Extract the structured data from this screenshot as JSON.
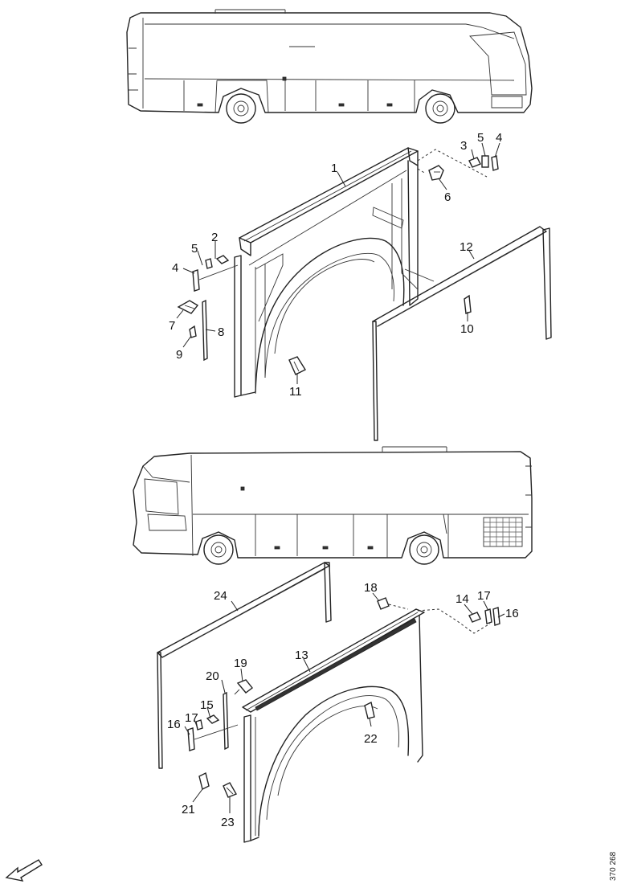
{
  "colors": {
    "line": "#222222",
    "background": "#ffffff"
  },
  "callouts": [
    {
      "id": "c1",
      "label": "1"
    },
    {
      "id": "c2",
      "label": "2"
    },
    {
      "id": "c3",
      "label": "3"
    },
    {
      "id": "c4a",
      "label": "4"
    },
    {
      "id": "c4b",
      "label": "4"
    },
    {
      "id": "c5a",
      "label": "5"
    },
    {
      "id": "c5b",
      "label": "5"
    },
    {
      "id": "c6",
      "label": "6"
    },
    {
      "id": "c7",
      "label": "7"
    },
    {
      "id": "c8",
      "label": "8"
    },
    {
      "id": "c9",
      "label": "9"
    },
    {
      "id": "c10",
      "label": "10"
    },
    {
      "id": "c11",
      "label": "11"
    },
    {
      "id": "c12",
      "label": "12"
    },
    {
      "id": "c13",
      "label": "13"
    },
    {
      "id": "c14",
      "label": "14"
    },
    {
      "id": "c15",
      "label": "15"
    },
    {
      "id": "c16a",
      "label": "16"
    },
    {
      "id": "c16b",
      "label": "16"
    },
    {
      "id": "c17a",
      "label": "17"
    },
    {
      "id": "c17b",
      "label": "17"
    },
    {
      "id": "c18",
      "label": "18"
    },
    {
      "id": "c19",
      "label": "19"
    },
    {
      "id": "c20",
      "label": "20"
    },
    {
      "id": "c21",
      "label": "21"
    },
    {
      "id": "c22",
      "label": "22"
    },
    {
      "id": "c23",
      "label": "23"
    },
    {
      "id": "c24",
      "label": "24"
    }
  ],
  "reference_code": "370 268",
  "direction_arrow_icon": "front-direction-arrow-icon"
}
